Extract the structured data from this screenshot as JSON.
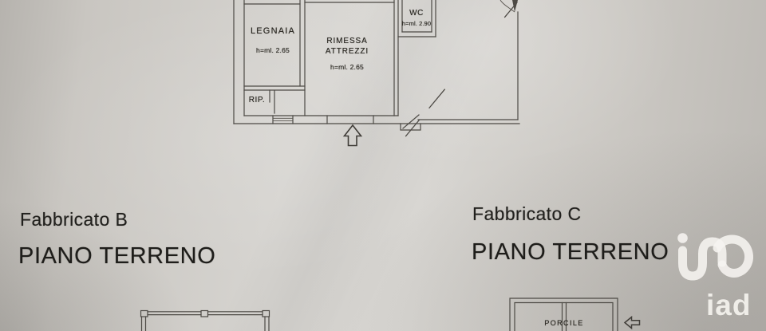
{
  "floorplan_top": {
    "rooms": {
      "legnaia": {
        "name": "LEGNAIA",
        "height": "h=ml. 2.65"
      },
      "rimessa": {
        "name_line1": "RIMESSA",
        "name_line2": "ATTREZZI",
        "height": "h=ml. 2.65"
      },
      "wc": {
        "name": "WC",
        "height": "h=ml. 2.90"
      },
      "rip": {
        "name": "RIP."
      }
    }
  },
  "floorplan_bottom_right": {
    "rooms": {
      "porcile": {
        "name": "PORCILE"
      }
    }
  },
  "sections": {
    "left": {
      "building": "Fabbricato B",
      "floor": "PIANO TERRENO"
    },
    "right": {
      "building": "Fabbricato C",
      "floor": "PIANO TERRENO"
    }
  },
  "logo": {
    "wordmark": "iad"
  },
  "colors": {
    "paper": "#cfccc8",
    "ink": "#4d4a45",
    "text": "#21201d",
    "logo_white": "#f2f0ec"
  }
}
